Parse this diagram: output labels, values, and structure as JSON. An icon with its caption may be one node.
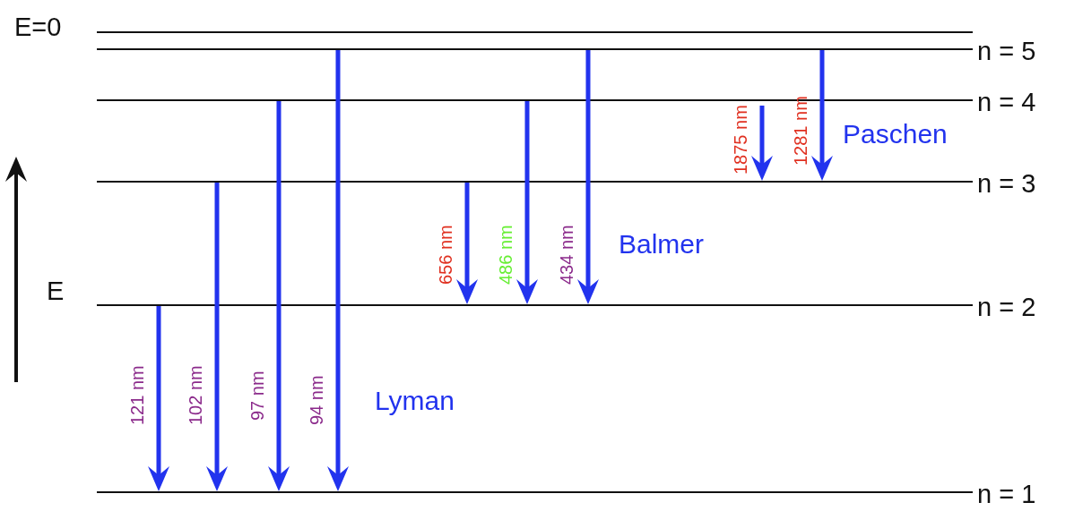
{
  "diagram": {
    "nodes": [
      {
        "text": [],
        "shape": "bar",
        "beside": [
          "E=0"
        ]
      },
      {
        "text": [],
        "shape": "bar",
        "beside": [
          "n = 5"
        ]
      },
      {
        "text": [],
        "shape": "bar",
        "beside": [
          "n = 4"
        ]
      },
      {
        "text": [],
        "shape": "bar",
        "beside": [
          "n = 3"
        ]
      },
      {
        "text": [],
        "shape": "bar",
        "beside": [
          "n = 2"
        ]
      },
      {
        "text": [],
        "shape": "bar",
        "beside": [
          "n = 1"
        ]
      }
    ],
    "edges": [
      {
        "from": 4,
        "to": 5,
        "arrow": "to",
        "label": "121 nm"
      },
      {
        "from": 3,
        "to": 5,
        "arrow": "to",
        "label": "102 nm"
      },
      {
        "from": 2,
        "to": 5,
        "arrow": "to",
        "label": "97 nm"
      },
      {
        "from": 1,
        "to": 5,
        "arrow": "to",
        "label": "94 nm"
      },
      {
        "from": 3,
        "to": 4,
        "arrow": "to",
        "label": "656 nm"
      },
      {
        "from": 2,
        "to": 4,
        "arrow": "to",
        "label": "486 nm"
      },
      {
        "from": 1,
        "to": 4,
        "arrow": "to",
        "label": "434 nm"
      },
      {
        "from": 2,
        "to": 3,
        "arrow": "to",
        "label": "1875 nm"
      },
      {
        "from": 1,
        "to": 3,
        "arrow": "to",
        "label": "1281 nm"
      }
    ],
    "labels": [
      "E",
      "Paschen",
      "Balmer",
      "Lyman"
    ]
  }
}
